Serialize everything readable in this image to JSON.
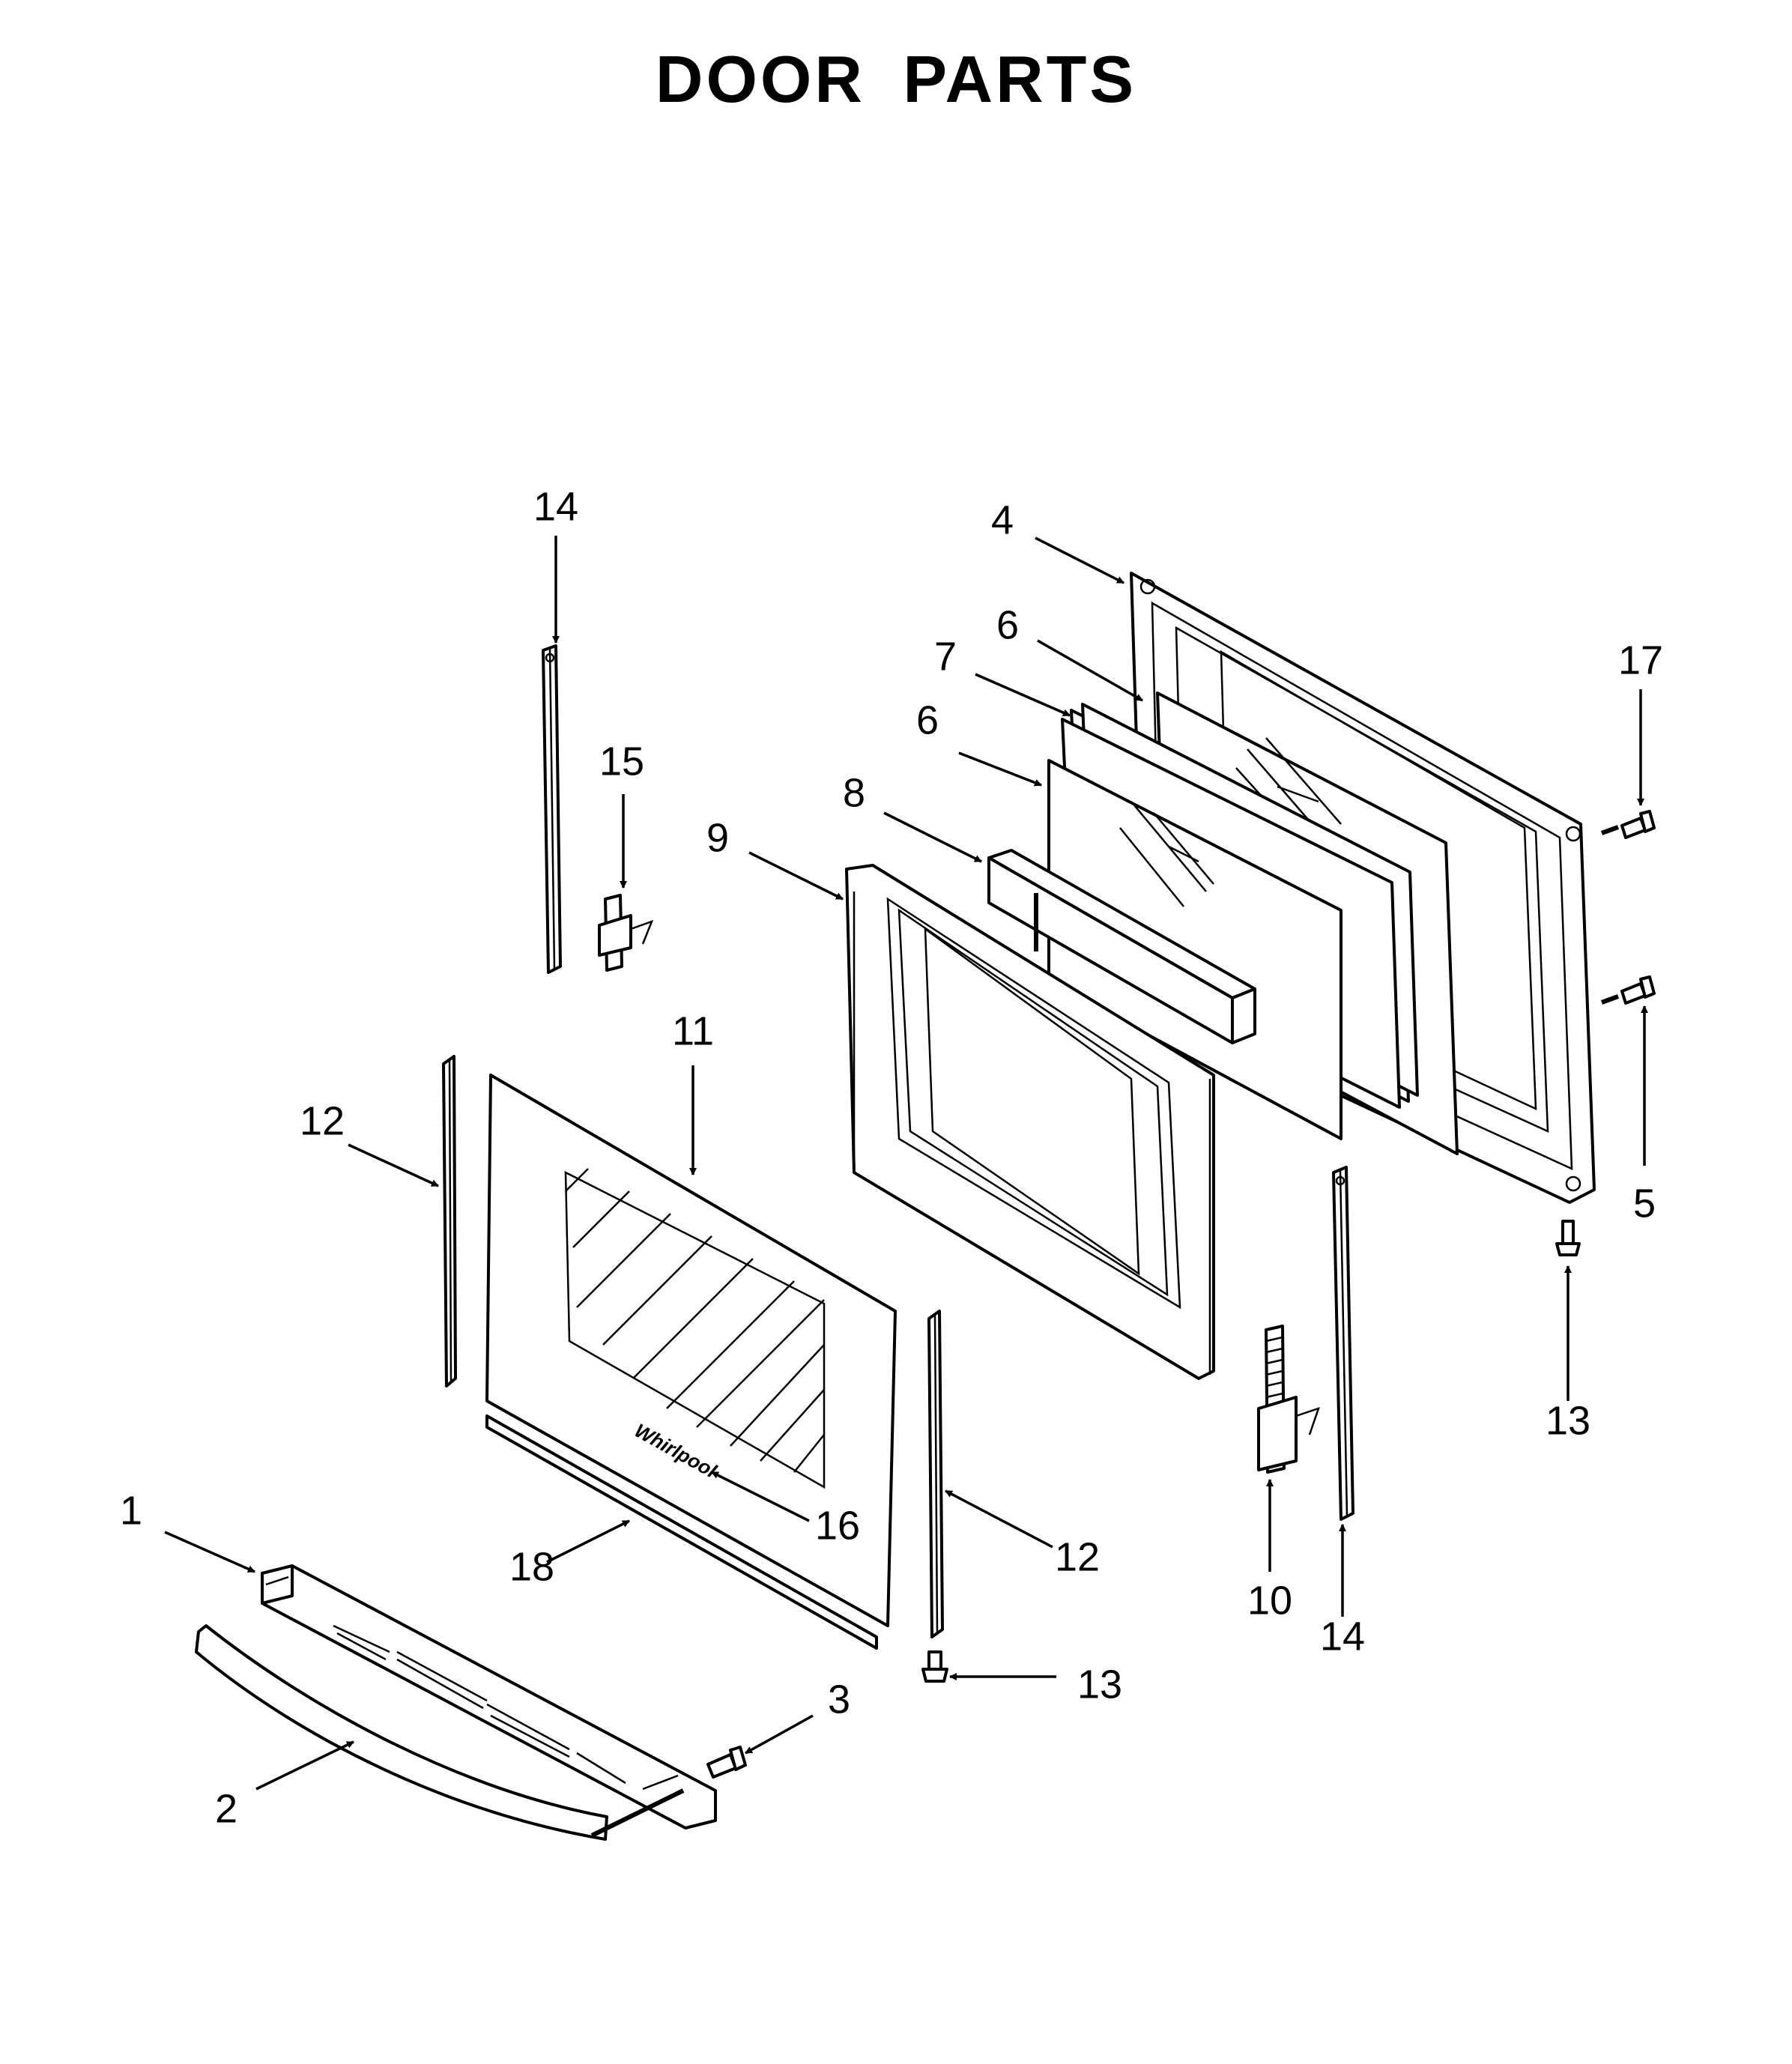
{
  "title": "DOOR PARTS",
  "brand_logo_text": "Whirlpool",
  "callouts": [
    "1",
    "2",
    "3",
    "4",
    "5",
    "6",
    "7",
    "6",
    "8",
    "9",
    "10",
    "11",
    "12",
    "12",
    "13",
    "13",
    "14",
    "14",
    "15",
    "16",
    "17",
    "18"
  ]
}
